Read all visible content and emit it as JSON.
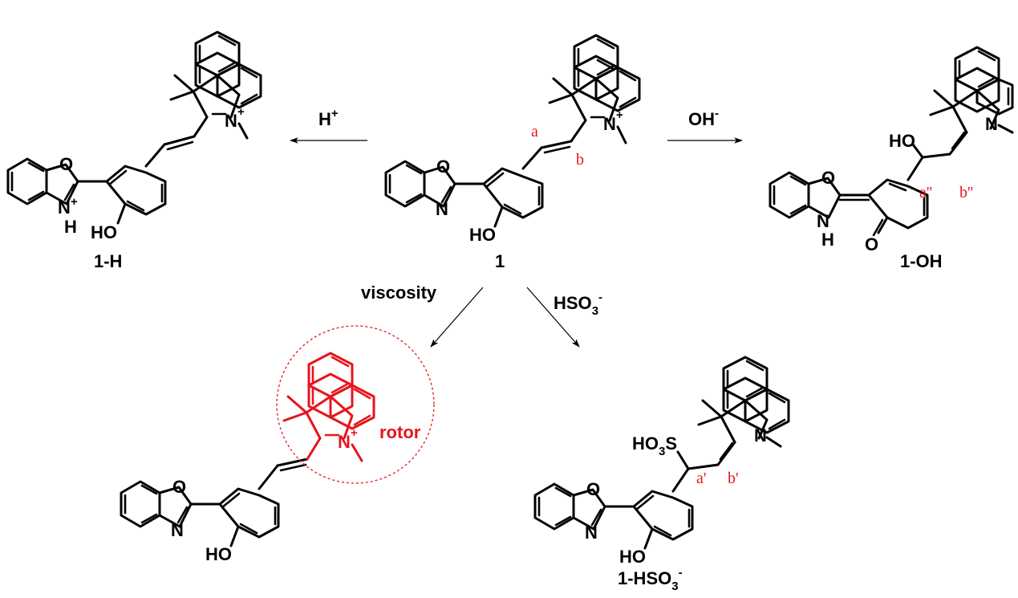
{
  "compounds": {
    "center": {
      "name": "1"
    },
    "left": {
      "name": "1-H"
    },
    "right": {
      "name": "1-OH"
    },
    "bottom_right": {
      "name_base": "1-HSO",
      "name_sub": "3",
      "name_sup": "-"
    }
  },
  "reagents": {
    "acid": {
      "base": "H",
      "sup": "+"
    },
    "base": {
      "base": "OH",
      "sup": "-"
    },
    "viscosity": "viscosity",
    "bisulfite": {
      "base": "HSO",
      "sub": "3",
      "sup": "-"
    }
  },
  "bond_labels": {
    "a": "a",
    "b": "b",
    "a_double_prime": "a''",
    "b_double_prime": "b''",
    "a_prime": "a'",
    "b_prime": "b'"
  },
  "annotations": {
    "rotor": "rotor"
  },
  "atoms": {
    "O": "O",
    "N": "N",
    "H": "H",
    "HO": "HO",
    "plus": "+",
    "SO3H_prefix": "HO",
    "SO3H_sub": "3",
    "SO3H_S": "S"
  },
  "colors": {
    "highlight": "#e8141c",
    "ink": "#000000"
  }
}
